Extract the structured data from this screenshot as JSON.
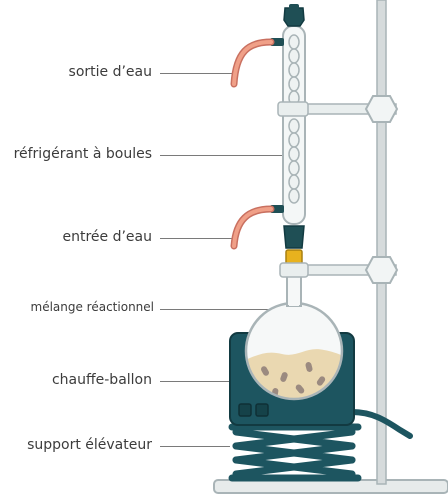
{
  "labels": {
    "water_out": "sortie d’eau",
    "condenser": "réfrigérant à boules",
    "water_in": "entrée d’eau",
    "mixture": "mélange réactionnel",
    "heater": "chauffe-ballon",
    "lift": "support élévateur"
  },
  "colors": {
    "glass_outline": "#a9b4b7",
    "clamp": "#e9eeee",
    "stopper": "#1f4f55",
    "hose": "#f0a088",
    "heater_body": "#1d5560",
    "mixture_fill": "#ead8b1",
    "joint_clip": "#e8b21e",
    "stand_rod": "#d6dbdc"
  }
}
